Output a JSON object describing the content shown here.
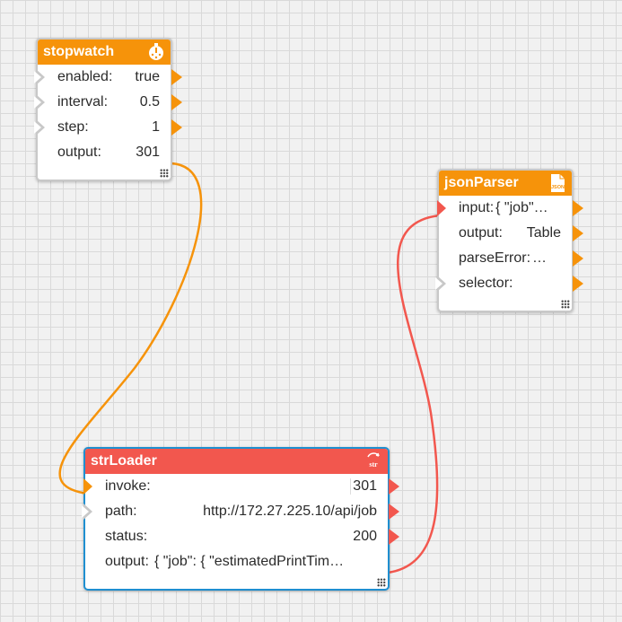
{
  "colors": {
    "accent_orange": "#f6930a",
    "accent_red": "#f2574e",
    "blue_border": "#1f8fd0"
  },
  "nodes": {
    "stopwatch": {
      "title": "stopwatch",
      "icon": "stopwatch-icon",
      "rows": [
        {
          "label": "enabled:",
          "value": "true"
        },
        {
          "label": "interval:",
          "value": "0.5"
        },
        {
          "label": "step:",
          "value": "1"
        },
        {
          "label": "output:",
          "value": "301"
        }
      ]
    },
    "jsonParser": {
      "title": "jsonParser",
      "icon": "json-file-icon",
      "icon_text": "JSON",
      "rows": [
        {
          "label": "input:",
          "value": "{ \"job\"…"
        },
        {
          "label": "output:",
          "value": "Table"
        },
        {
          "label": "parseError:",
          "value": "…"
        },
        {
          "label": "selector:",
          "value": ""
        }
      ]
    },
    "strLoader": {
      "title": "strLoader",
      "icon": "string-loader-icon",
      "icon_text": "str",
      "rows": [
        {
          "label": "invoke:",
          "value": "301"
        },
        {
          "label": "path:",
          "value": "http://172.27.225.10/api/job"
        },
        {
          "label": "status:",
          "value": "200"
        },
        {
          "label": "output:",
          "value": "{ \"job\": { \"estimatedPrintTim…"
        }
      ]
    }
  }
}
